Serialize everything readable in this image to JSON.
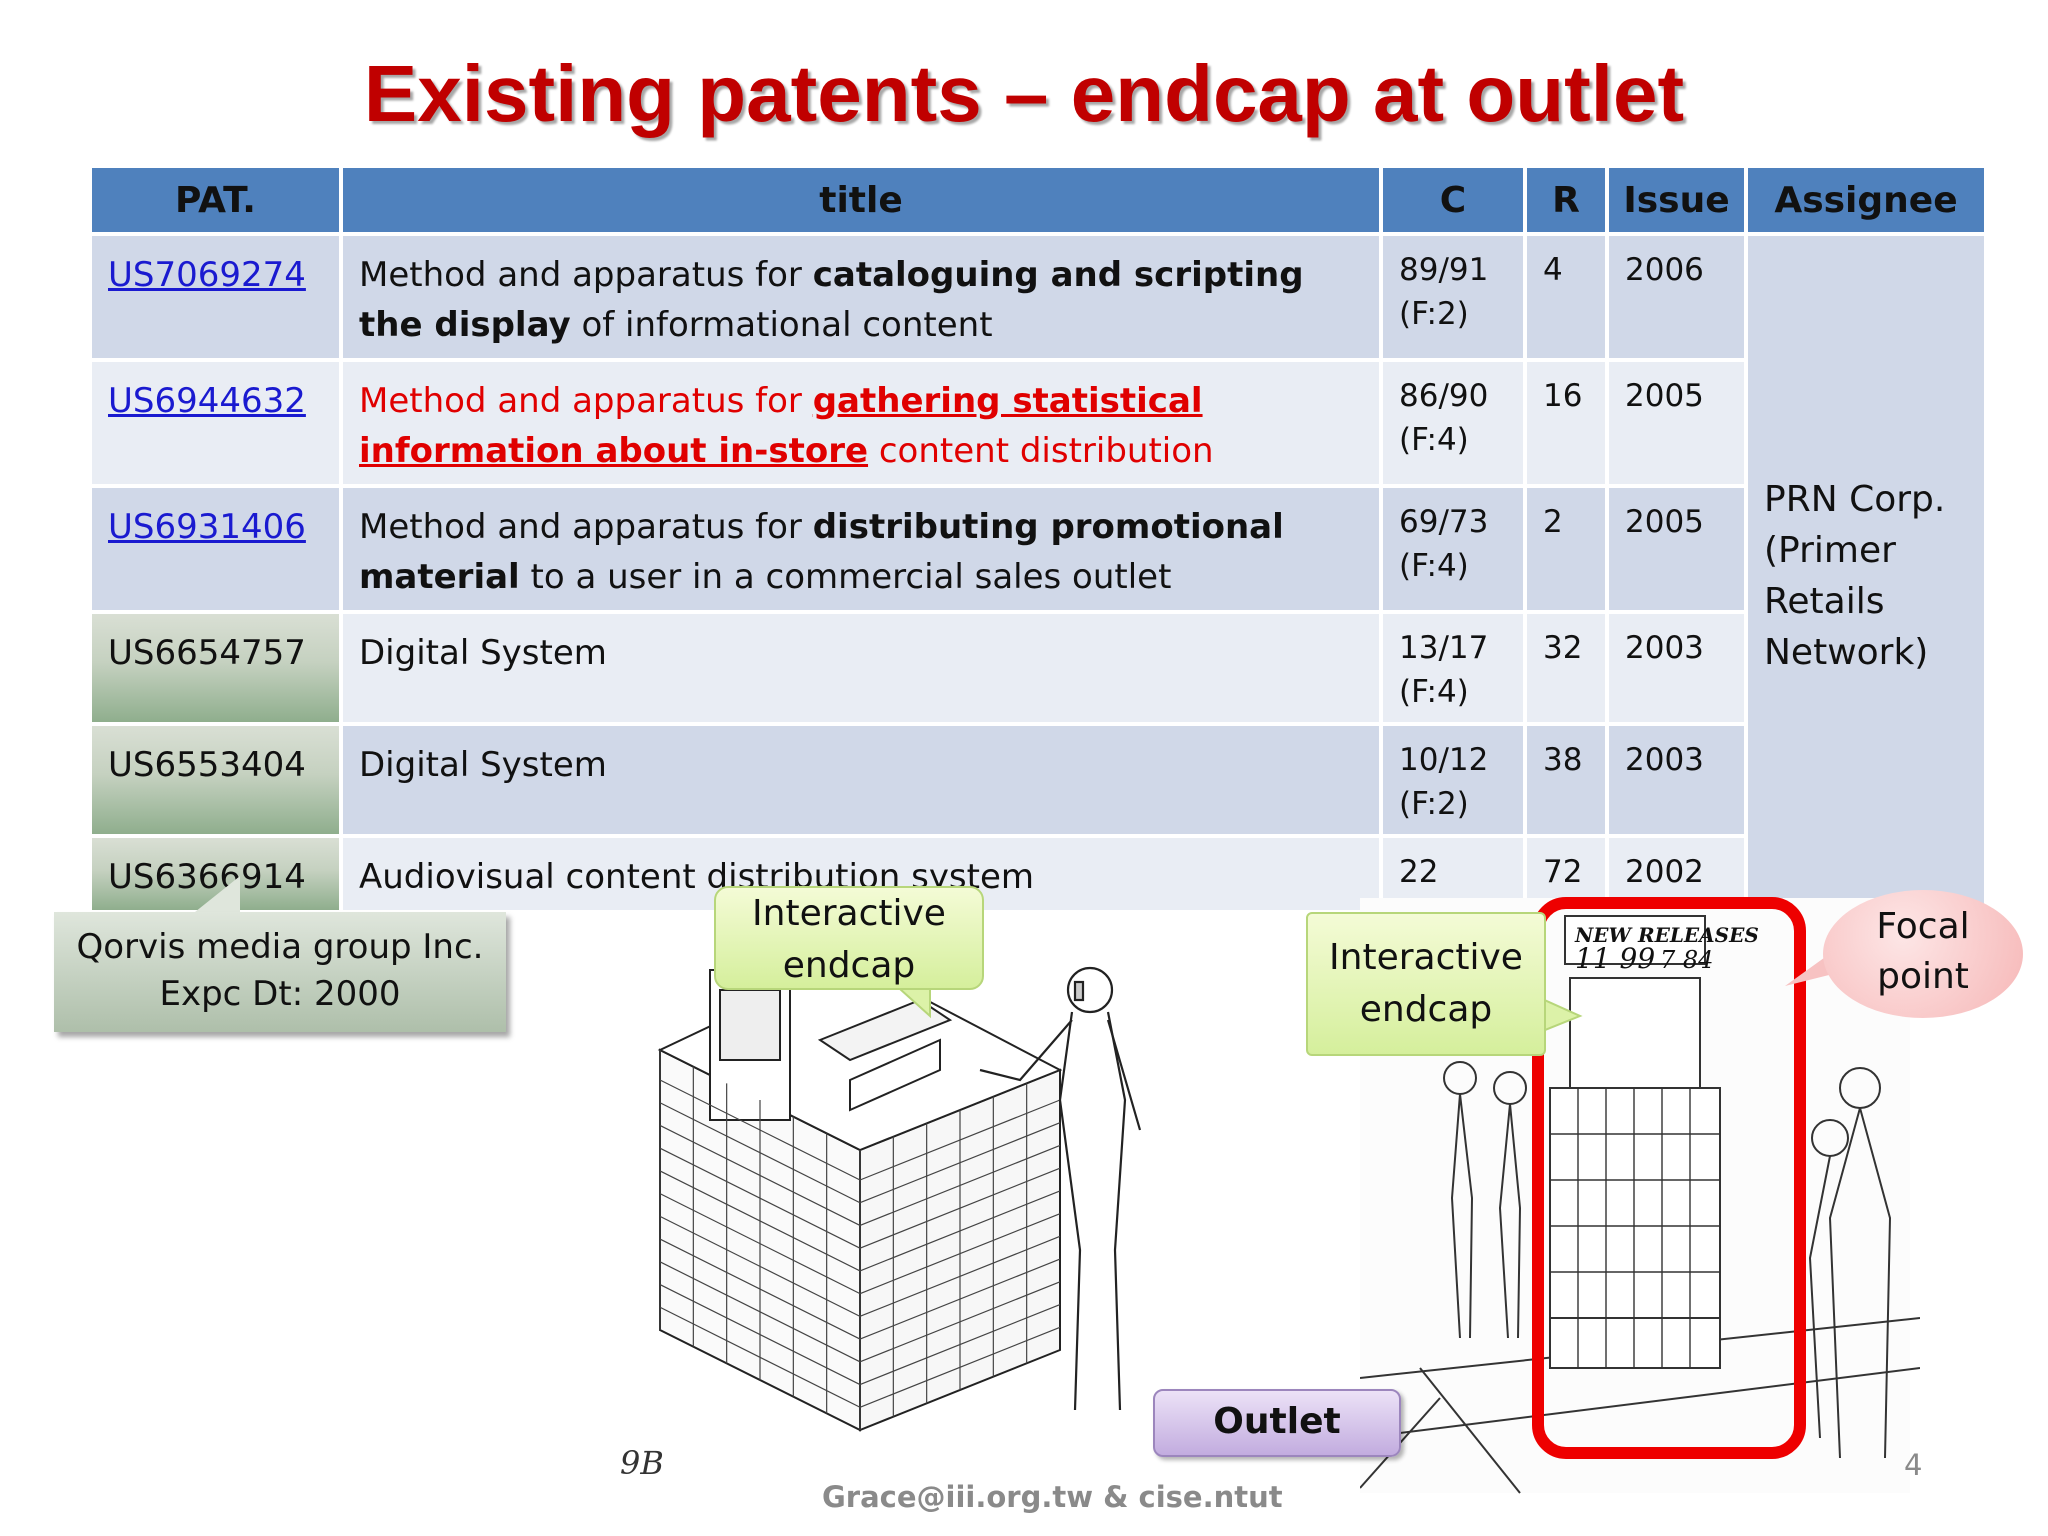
{
  "title": "Existing patents – endcap at outlet",
  "table": {
    "headers": {
      "pat": "PAT.",
      "title": "title",
      "c": "C",
      "r": "R",
      "issue": "Issue",
      "assignee": "Assignee"
    },
    "rows": [
      {
        "pat": "US7069274",
        "title_pre": "Method and apparatus for ",
        "title_bold": "cataloguing and scripting the display",
        "title_post": " of informational content",
        "c1": "89/91",
        "c2": "(F:2)",
        "r": "4",
        "issue": "2006"
      },
      {
        "pat": "US6944632",
        "title_pre": "Method and apparatus for ",
        "title_bold": "gathering statistical information about in-store",
        "title_post": " content distribution",
        "c1": "86/90",
        "c2": "(F:4)",
        "r": "16",
        "issue": "2005"
      },
      {
        "pat": "US6931406",
        "title_pre": "Method and apparatus for ",
        "title_bold": "distributing promotional material",
        "title_post": " to a user in a commercial sales outlet",
        "c1": "69/73",
        "c2": "(F:4)",
        "r": "2",
        "issue": "2005"
      },
      {
        "pat": "US6654757",
        "title": "Digital System",
        "c1": "13/17",
        "c2": "(F:4)",
        "r": "32",
        "issue": "2003"
      },
      {
        "pat": "US6553404",
        "title": "Digital System",
        "c1": "10/12",
        "c2": "(F:2)",
        "r": "38",
        "issue": "2003"
      },
      {
        "pat": "US6366914",
        "title": "Audiovisual content distribution system",
        "c1": "22",
        "r": "72",
        "issue": "2002"
      }
    ],
    "assignee": "PRN Corp. (Primer Retails Network)"
  },
  "callouts": {
    "qorvis_line1": "Qorvis media group Inc.",
    "qorvis_line2": "Expc Dt: 2000",
    "interactive_left_1": "Interactive",
    "interactive_left_2": "endcap",
    "interactive_right_1": "Interactive",
    "interactive_right_2": "endcap",
    "focal_1": "Focal",
    "focal_2": "point",
    "outlet": "Outlet"
  },
  "drawing_text": {
    "new_releases": "NEW RELEASES",
    "price1": "11 99",
    "price2": "7 84",
    "signature": "9B"
  },
  "footer": "Grace@iii.org.tw & cise.ntut",
  "page_number": "4",
  "colors": {
    "title": "#c00000",
    "header": "#4f81bd",
    "row_dark": "#d0d8e8",
    "row_light": "#e9edf4",
    "highlight": "#e00000",
    "focus_box": "#ee0000"
  }
}
